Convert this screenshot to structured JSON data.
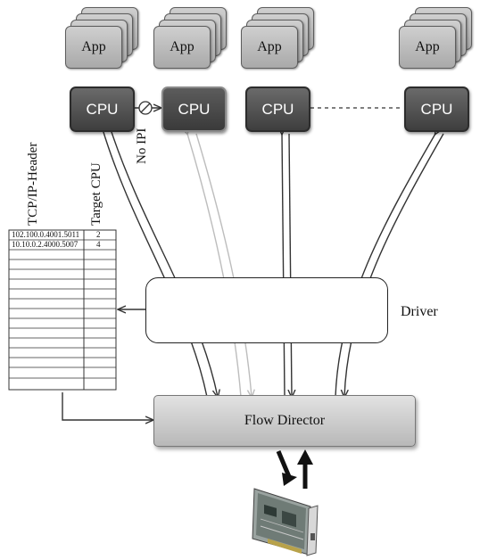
{
  "apps": [
    {
      "label": "App"
    },
    {
      "label": "App"
    },
    {
      "label": "App"
    },
    {
      "label": "App"
    }
  ],
  "cpus": [
    {
      "label": "CPU"
    },
    {
      "label": "CPU"
    },
    {
      "label": "CPU"
    },
    {
      "label": "CPU"
    }
  ],
  "no_ipi_label": "No IPI",
  "table": {
    "header_left": "TCP/IP-Header",
    "header_right": "Target CPU",
    "rows": [
      {
        "header": "102.100.0.4001.5011",
        "cpu": "2"
      },
      {
        "header": "10.10.0.2.4000.5007",
        "cpu": "4"
      }
    ]
  },
  "driver_label": "Driver",
  "flow_director_label": "Flow Director"
}
